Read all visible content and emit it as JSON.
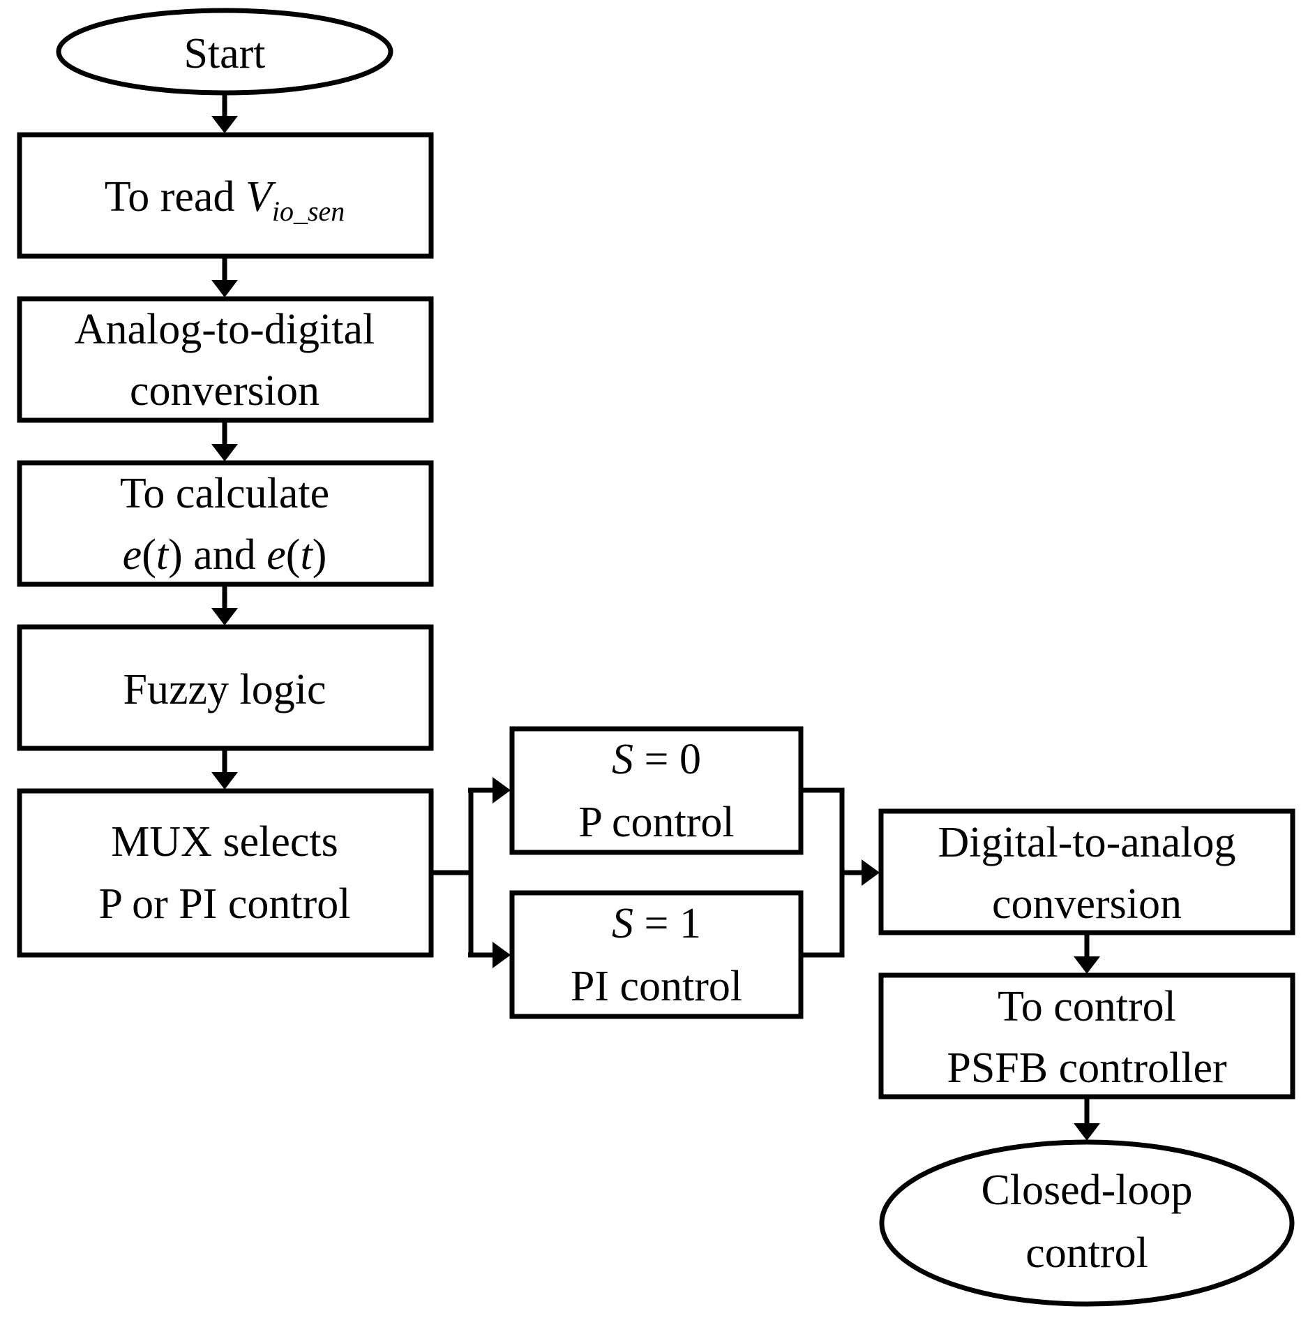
{
  "nodes": {
    "start": {
      "label": "Start"
    },
    "read": {
      "prefix": "To read ",
      "var": "V",
      "sub": "io_sen"
    },
    "adc": {
      "line1": "Analog-to-digital",
      "line2": "conversion"
    },
    "calc": {
      "line1": "To calculate",
      "e": "e",
      "t": "t",
      "open": "(",
      "close": ")",
      "and": " and "
    },
    "fuzzy": {
      "label": "Fuzzy logic"
    },
    "mux": {
      "line1": "MUX selects",
      "line2": "P or PI control"
    },
    "s0": {
      "var": "S",
      "eq": " = 0",
      "line2": "P control"
    },
    "s1": {
      "var": "S",
      "eq": " = 1",
      "line2": "PI control"
    },
    "dac": {
      "line1": "Digital-to-analog",
      "line2": "conversion"
    },
    "psfb": {
      "line1": "To control",
      "line2": "PSFB controller"
    },
    "end": {
      "line1": "Closed-loop",
      "line2": "control"
    }
  }
}
